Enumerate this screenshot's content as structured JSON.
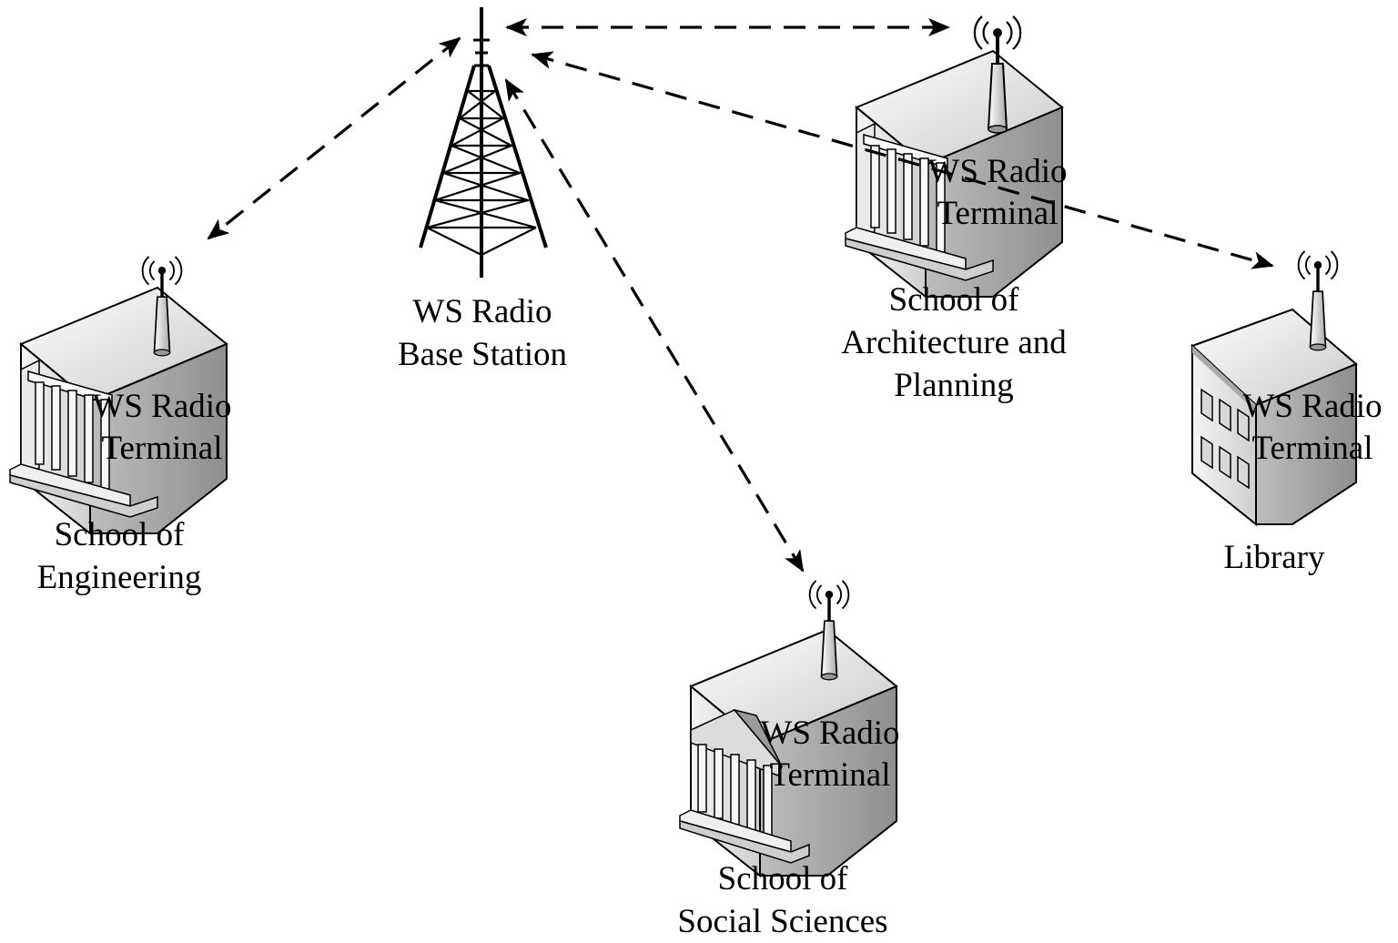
{
  "base_station": {
    "lines": [
      "WS Radio",
      "Base Station"
    ]
  },
  "nodes": [
    {
      "id": "engineering",
      "building": "columns",
      "terminal": [
        "WS Radio",
        "Terminal"
      ],
      "name": [
        "School of",
        "Engineering"
      ]
    },
    {
      "id": "architecture",
      "building": "columns",
      "terminal": [
        "WS Radio",
        "Terminal"
      ],
      "name": [
        "School of",
        "Architecture and",
        "Planning"
      ]
    },
    {
      "id": "library",
      "building": "windows",
      "terminal": [
        "WS Radio",
        "Terminal"
      ],
      "name": [
        "Library"
      ]
    },
    {
      "id": "social-sciences",
      "building": "pediment",
      "terminal": [
        "WS Radio",
        "Terminal"
      ],
      "name": [
        "School of",
        "Social Sciences"
      ]
    }
  ],
  "links": [
    {
      "from": "base-station",
      "to": "engineering",
      "style": "dashed",
      "arrows": "both"
    },
    {
      "from": "base-station",
      "to": "architecture",
      "style": "dashed",
      "arrows": "both"
    },
    {
      "from": "base-station",
      "to": "library",
      "style": "dashed",
      "arrows": "both"
    },
    {
      "from": "base-station",
      "to": "social-sciences",
      "style": "dashed",
      "arrows": "both"
    }
  ],
  "icons": [
    "radio-tower-icon",
    "building-icon",
    "antenna-icon",
    "wireless-signal-icon"
  ]
}
